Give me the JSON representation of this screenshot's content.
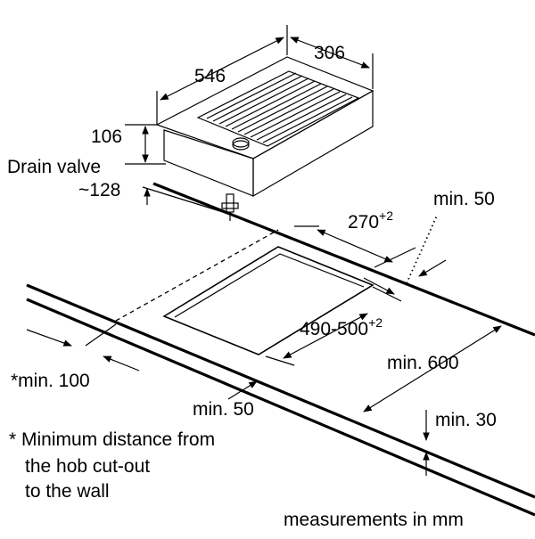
{
  "dimensions": {
    "width": "546",
    "depth": "306",
    "height": "106",
    "drain_valve_label": "Drain valve",
    "drain_valve_depth": "~128",
    "cutout_depth": "270",
    "cutout_depth_tol": "+2",
    "cutout_width": "490-500",
    "cutout_width_tol": "+2",
    "min_50_rear": "min. 50",
    "min_600": "min. 600",
    "min_100": "*min. 100",
    "min_50_front": "min. 50",
    "min_30": "min. 30"
  },
  "notes": {
    "footnote_line1": "* Minimum distance from",
    "footnote_line2": "the hob cut-out",
    "footnote_line3": "to the wall",
    "units": "measurements in mm"
  }
}
